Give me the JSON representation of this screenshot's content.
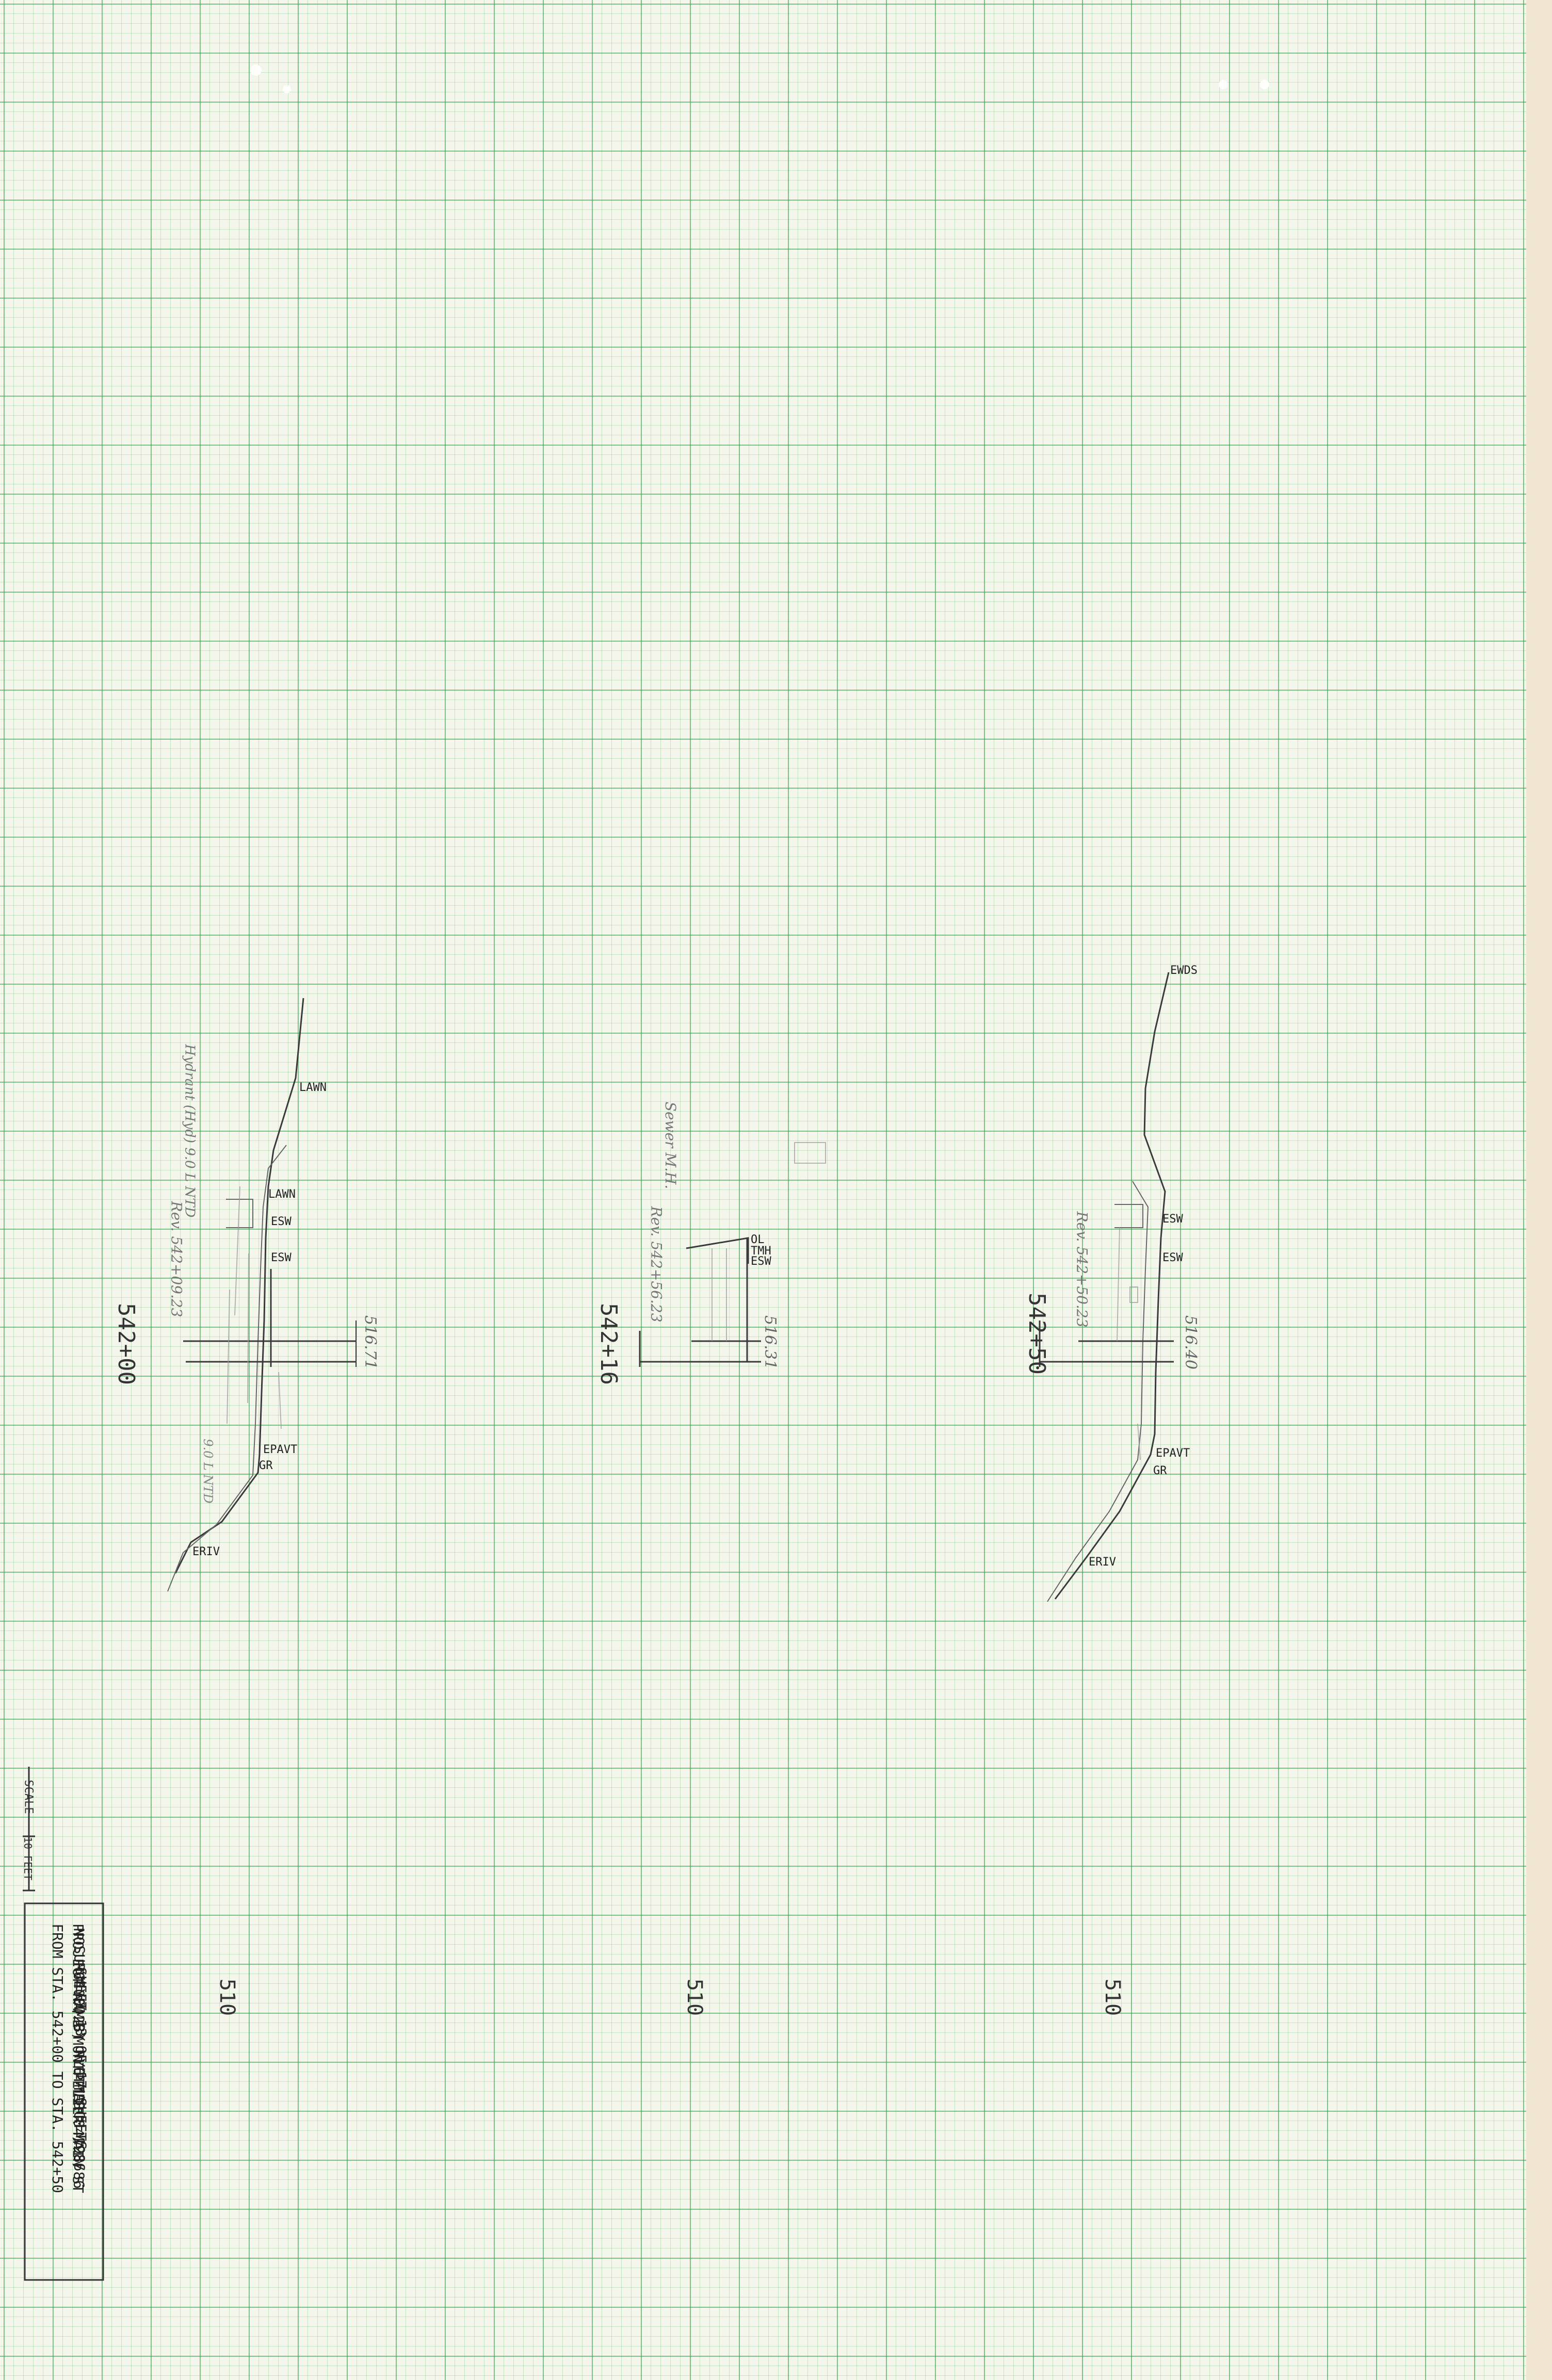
{
  "sections": [
    {
      "station": "542+00",
      "elevation_label": "510",
      "grade_value": "516.71",
      "labels": {
        "lawn_top": "LAWN",
        "lawn_mid": "LAWN",
        "esw_1": "ESW",
        "esw_2": "ESW",
        "epavt": "EPAVT",
        "gr": "GR",
        "eriv": "ERIV"
      },
      "handwritten": {
        "note_a": "Hydrant (Hyd) 9.0 L NTD",
        "note_b": "Rev. 542+09.23",
        "note_c": "9.0 L NTD"
      }
    },
    {
      "station": "542+16",
      "elevation_label": "510",
      "grade_value": "516.31",
      "labels": {
        "ol": "OL",
        "tmh": "TMH",
        "esw": "ESW"
      },
      "handwritten": {
        "note_a": "Sewer M.H.",
        "note_b": "Rev. 542+56.23"
      }
    },
    {
      "station": "542+50",
      "elevation_label": "510",
      "grade_value": "516.40",
      "labels": {
        "ewds": "EWDS",
        "esw_1": "ESW",
        "esw_2": "ESW",
        "epavt": "EPAVT",
        "gr": "GR",
        "eriv": "ERIV"
      },
      "handwritten": {
        "note_a": "Rev. 542+50.23"
      }
    }
  ],
  "scale": {
    "label": "SCALE",
    "value": "10 FEET"
  },
  "title_block": {
    "line1": "FROM STA.   542+00   TO STA.   542+50",
    "line2": "PROJECT NAME   MONTPELIER  MAIN ST",
    "line3": "NO.   M6400(23)        PLOTTED 04/28/86",
    "line4": "SURVEYED BY   NYE      MARCH 1986",
    "line5": "SHEET  13  OF  17  SHEETS"
  }
}
